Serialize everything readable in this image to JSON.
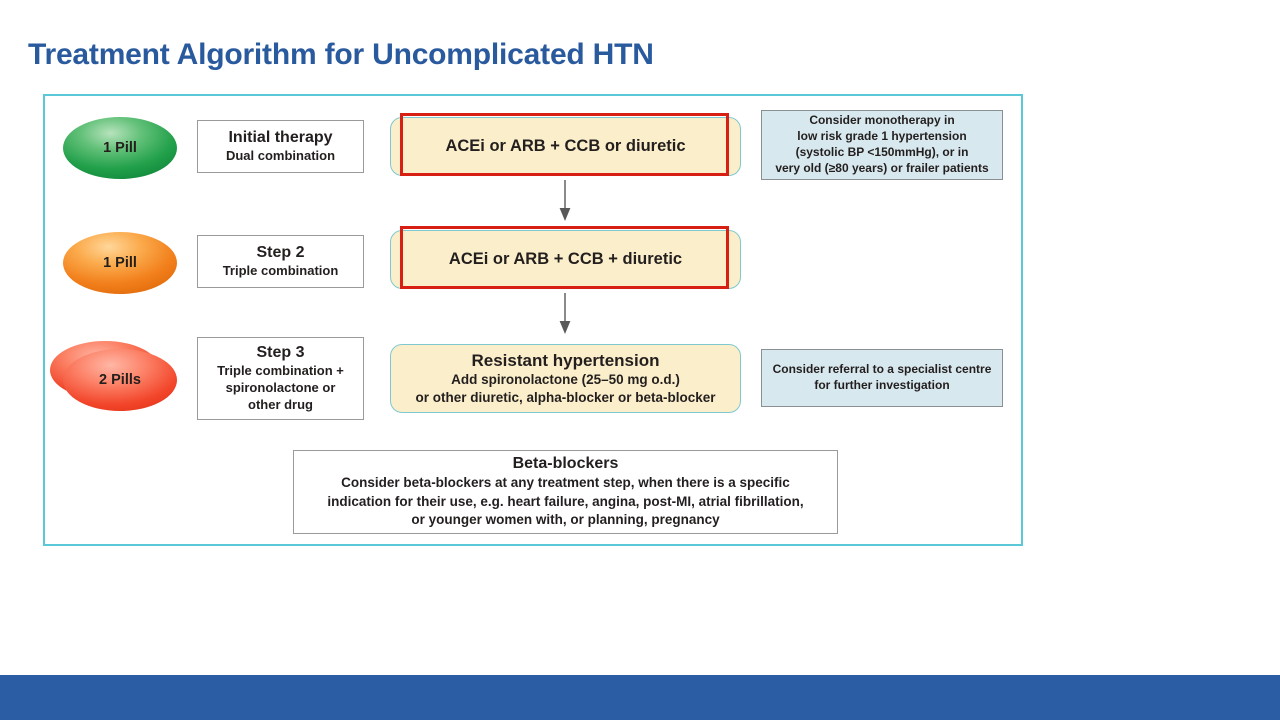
{
  "slide": {
    "title": "Treatment Algorithm for Uncomplicated HTN",
    "title_color": "#2a5a9e",
    "frame_border_color": "#5bc8d8",
    "bottom_bar_color": "#2a5da4"
  },
  "rows": [
    {
      "pill": {
        "label": "1 Pill",
        "count": 1,
        "color": "#22a04a",
        "color_name": "green"
      },
      "step": {
        "title": "Initial therapy",
        "subtitle": "Dual combination"
      },
      "therapy": {
        "main": "ACEi or ARB + CCB or diuretic",
        "highlighted": true,
        "highlight_color": "#d81f13"
      },
      "note": {
        "lines": [
          "Consider monotherapy in",
          "low risk grade 1 hypertension",
          "(systolic BP <150mmHg), or in",
          "very old (≥80 years) or frailer patients"
        ]
      }
    },
    {
      "pill": {
        "label": "1 Pill",
        "count": 1,
        "color": "#f2801c",
        "color_name": "orange"
      },
      "step": {
        "title": "Step 2",
        "subtitle": "Triple combination"
      },
      "therapy": {
        "main": "ACEi or ARB + CCB + diuretic",
        "highlighted": true,
        "highlight_color": "#d81f13"
      },
      "note": {
        "lines": []
      }
    },
    {
      "pill": {
        "label": "2 Pills",
        "count": 2,
        "color": "#f2452a",
        "color_name": "red"
      },
      "step": {
        "title": "Step 3",
        "subtitle_lines": [
          "Triple combination +",
          "spironolactone or",
          "other drug"
        ]
      },
      "therapy": {
        "heading": "Resistant hypertension",
        "lines": [
          "Add spironolactone (25–50 mg o.d.)",
          "or other diuretic, alpha-blocker or beta-blocker"
        ],
        "highlighted": false
      },
      "note": {
        "lines": [
          "Consider referral to a specialist centre",
          "for further investigation"
        ]
      }
    }
  ],
  "footer_box": {
    "title": "Beta-blockers",
    "lines": [
      "Consider beta-blockers at any treatment step, when there is a specific",
      "indication for their use, e.g. heart failure, angina, post-MI, atrial fibrillation,",
      "or younger women with, or planning, pregnancy"
    ]
  },
  "arrows": [
    {
      "name": "arrow-step1-to-step2"
    },
    {
      "name": "arrow-step2-to-step3"
    }
  ]
}
